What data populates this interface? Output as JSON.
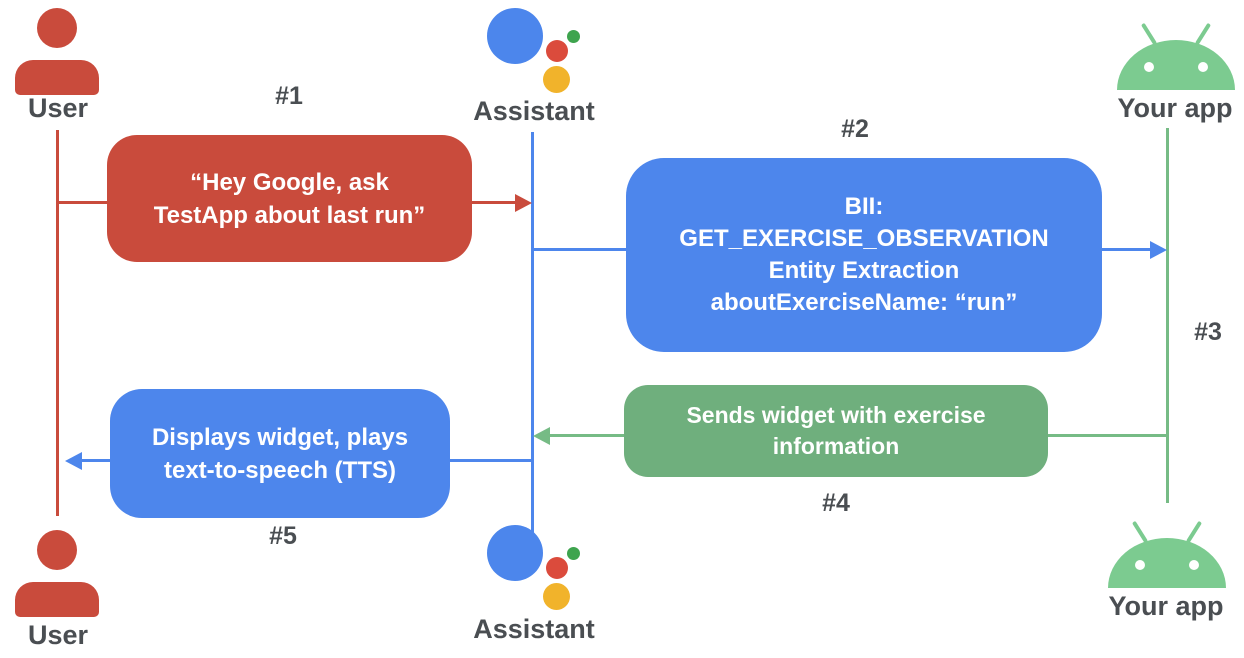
{
  "colors": {
    "bg": "#ffffff",
    "red": "#C94B3C",
    "blue": "#4D86EC",
    "green_box": "#6FAF7D",
    "green_line": "#76BB85",
    "android_green": "#7CCB90",
    "label_gray": "#4A4E52",
    "assistant_blue": "#4C86EC",
    "assistant_red": "#DB4B3C",
    "assistant_green": "#3EA44E",
    "assistant_yellow": "#F1B32B"
  },
  "actors": {
    "user_top": "User",
    "assistant_top": "Assistant",
    "yourapp_top": "Your app",
    "user_bottom": "User",
    "assistant_bottom": "Assistant",
    "yourapp_bottom": "Your app"
  },
  "steps": {
    "s1": "#1",
    "s2": "#2",
    "s3": "#3",
    "s4": "#4",
    "s5": "#5"
  },
  "messages": {
    "box1": {
      "line1": "“Hey Google, ask",
      "line2": "TestApp about last run”"
    },
    "box2": {
      "line1": "BII:",
      "line2": "GET_EXERCISE_OBSERVATION",
      "line3": "Entity Extraction",
      "line4": "aboutExerciseName: “run”"
    },
    "box4": {
      "line1": "Sends widget with exercise",
      "line2": "information"
    },
    "box5": {
      "line1": "Displays widget, plays",
      "line2": "text-to-speech (TTS)"
    }
  }
}
